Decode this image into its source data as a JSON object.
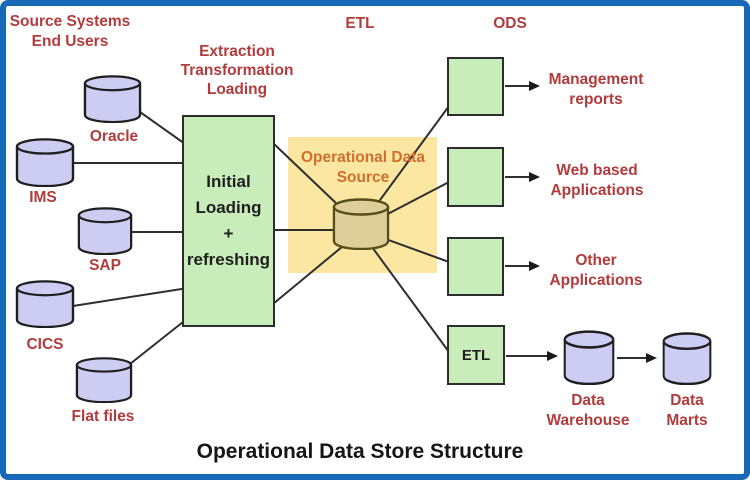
{
  "colors": {
    "border_blue": "#1768b5",
    "box_green": "#c9edba",
    "cylinder_purple": "#cdcdf3",
    "cylinder_tan": "#ddce9a",
    "highlight_yellow": "#fbe7a1",
    "label_red": "#b23b3c",
    "label_orange": "#d06f2d",
    "line_black": "#2e2e2e"
  },
  "labels": {
    "source_systems": "Source Systems\nEnd Users",
    "etl_top": "ETL",
    "ods_top": "ODS",
    "extraction": "Extraction\nTransformation\nLoading",
    "initial_loading": "Initial\nLoading\n+\nrefreshing",
    "ods_source": "Operational Data\nSource",
    "etl_box": "ETL",
    "title": "Operational Data Store Structure"
  },
  "sources": [
    {
      "label": "Oracle"
    },
    {
      "label": "IMS"
    },
    {
      "label": "SAP"
    },
    {
      "label": "CICS"
    },
    {
      "label": "Flat files"
    }
  ],
  "outputs": [
    {
      "label": "Management\nreports"
    },
    {
      "label": "Web based\nApplications"
    },
    {
      "label": "Other\nApplications"
    }
  ],
  "warehouse": {
    "data_warehouse": "Data\nWarehouse",
    "data_marts": "Data\nMarts"
  }
}
